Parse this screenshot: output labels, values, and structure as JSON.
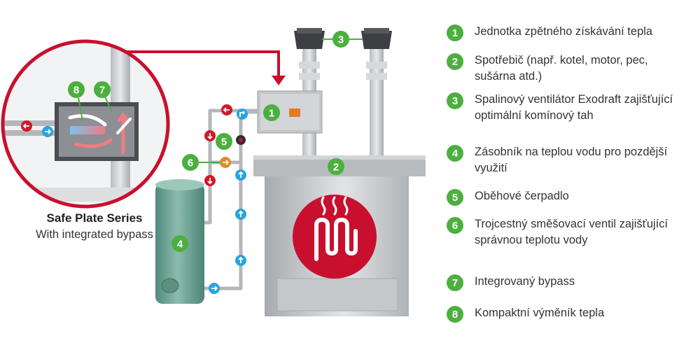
{
  "colors": {
    "accent_red": "#c8102e",
    "badge_green": "#4caf3f",
    "hot_arrow": "#d0182b",
    "cold_arrow": "#2aa3e0",
    "tank": "#6fa397",
    "valve_orange": "#e08a2a"
  },
  "caption": {
    "title": "Safe Plate Series",
    "subtitle": "With integrated bypass"
  },
  "legend": [
    {
      "num": "1",
      "lines": [
        "Jednotka zpětného získávání tepla"
      ]
    },
    {
      "num": "2",
      "lines": [
        "Spotřebič (např. kotel, motor, pec,",
        "sušárna atd.)"
      ]
    },
    {
      "num": "3",
      "lines": [
        "Spalinový ventilátor Exodraft zajišťující",
        "optimální komínový tah"
      ]
    },
    {
      "num": "4",
      "lines": [
        "Zásobník na teplou vodu pro pozdější",
        "využití"
      ]
    },
    {
      "num": "5",
      "lines": [
        "Oběhové čerpadlo"
      ]
    },
    {
      "num": "6",
      "lines": [
        "Trojcestný směšovací ventil zajišťující",
        "správnou teplotu vody"
      ]
    },
    {
      "num": "7",
      "lines": [
        "Integrovaný bypass"
      ]
    },
    {
      "num": "8",
      "lines": [
        "Kompaktní výměník tepla"
      ]
    }
  ],
  "badges": {
    "b1": "1",
    "b2": "2",
    "b3": "3",
    "b4": "4",
    "b5": "5",
    "b6": "6",
    "b7": "7",
    "b8": "8"
  },
  "icons": {
    "heater": "heating-element-icon",
    "hot_flow": "arrow-hot-icon",
    "cold_flow": "arrow-cold-icon"
  }
}
